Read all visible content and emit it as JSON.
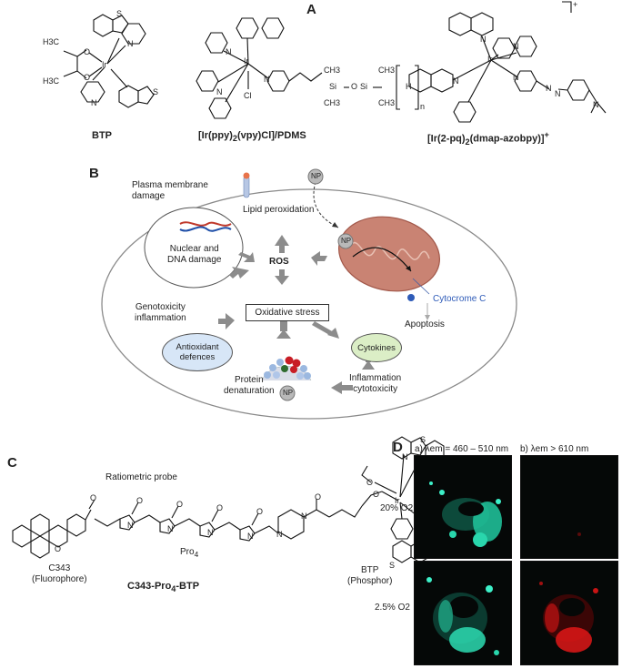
{
  "panels": {
    "a": "A",
    "b": "B",
    "c": "C",
    "d": "D"
  },
  "panel_a": {
    "compounds": [
      {
        "label": "BTP"
      },
      {
        "label_parts": [
          "[Ir(ppy)",
          "2",
          "(vpy)Cl]/PDMS"
        ]
      },
      {
        "label_parts": [
          "[Ir(2-pq)",
          "2",
          "(dmap-azobpy)]",
          "+"
        ]
      }
    ],
    "charge": "+",
    "atoms": {
      "s": "S",
      "n": "N",
      "o": "O",
      "ir": "Ir",
      "cl": "Cl",
      "si": "Si",
      "ch3": "CH3",
      "h3c": "H3C",
      "h": "H",
      "n_sub": "n"
    }
  },
  "panel_b": {
    "plasma": "Plasma membrane\ndamage",
    "lipid": "Lipid peroxidation",
    "np": "NP",
    "nuclear": "Nuclear and\nDNA damage",
    "ros": "ROS",
    "cytochrome": "Cytocrome C",
    "apoptosis": "Apoptosis",
    "geno": "Genotoxicity\ninflammation",
    "oxidative": "Oxidative stress",
    "antioxidant": "Antioxidant\ndefences",
    "cytokines": "Cytokines",
    "protein": "Protein\ndenaturation",
    "inflammation": "Inflammation\ncytotoxicity"
  },
  "panel_c": {
    "title": "Ratiometric probe",
    "c343": "C343\n(Fluorophore)",
    "pro": "Pro",
    "pro_sub": "4",
    "name_parts": [
      "C343-Pro",
      "4",
      "-BTP"
    ],
    "btp": "BTP\n(Phosphor)",
    "atoms": {
      "o": "O",
      "n": "N",
      "s": "S",
      "ir": "Ir"
    }
  },
  "panel_d": {
    "col_a": "a) λem = 460 – 510 nm",
    "col_b": "b) λem > 610 nm",
    "row1": "20% O2",
    "row2": "2.5% O2",
    "colors": {
      "green": "#3df0c8",
      "red": "#e01818"
    }
  }
}
